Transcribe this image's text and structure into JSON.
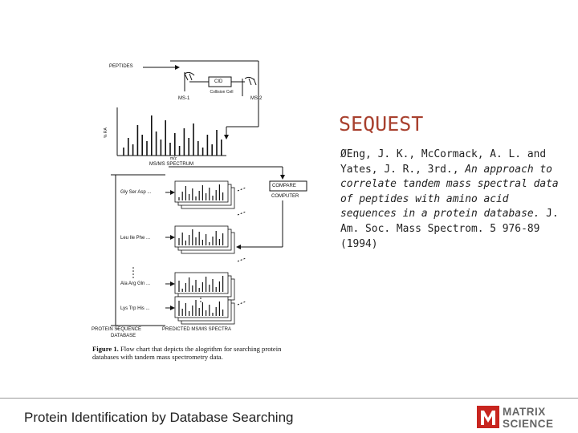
{
  "slide": {
    "title": "SEQUEST",
    "reference": {
      "bullet": "Ø",
      "authors": "Eng, J. K., McCormack, A. L. and Yates, J. R., 3rd., ",
      "article": "An approach to correlate tandem mass spectral data of peptides with amino acid sequences in a protein database.",
      "journal": " J. Am. Soc. Mass Spectrom. 5 976-89 (1994)"
    },
    "footer": "Protein Identification by Database Searching"
  },
  "logo": {
    "line1": "MATRIX",
    "line2": "SCIENCE",
    "mark_color": "#c8251f",
    "text_color": "#666666"
  },
  "figure": {
    "peptides": "PEPTIDES",
    "cid": "CID",
    "collision_cell": "Collision Cell",
    "ms1": "MS-1",
    "ms2": "MS-2",
    "y_axis": "% RA",
    "mz": "m/z",
    "spectrum": "MS/MS SPECTRUM",
    "compare": "COMPARE",
    "computer": "COMPUTER",
    "sequences": [
      "Gly Ser Asp ...",
      "Leu Ile Phe ...",
      "Ala Arg Gln ...",
      "Lys Trp His ..."
    ],
    "db_label_1": "PROTEIN SEQUENCE",
    "db_label_2": "DATABASE",
    "predicted": "PREDICTED MS/MS SPECTRA",
    "caption_label": "Figure 1.",
    "caption_text": "Flow chart that depicts the alogrithm for searching protein databases with tandem mass spectrometry data."
  }
}
